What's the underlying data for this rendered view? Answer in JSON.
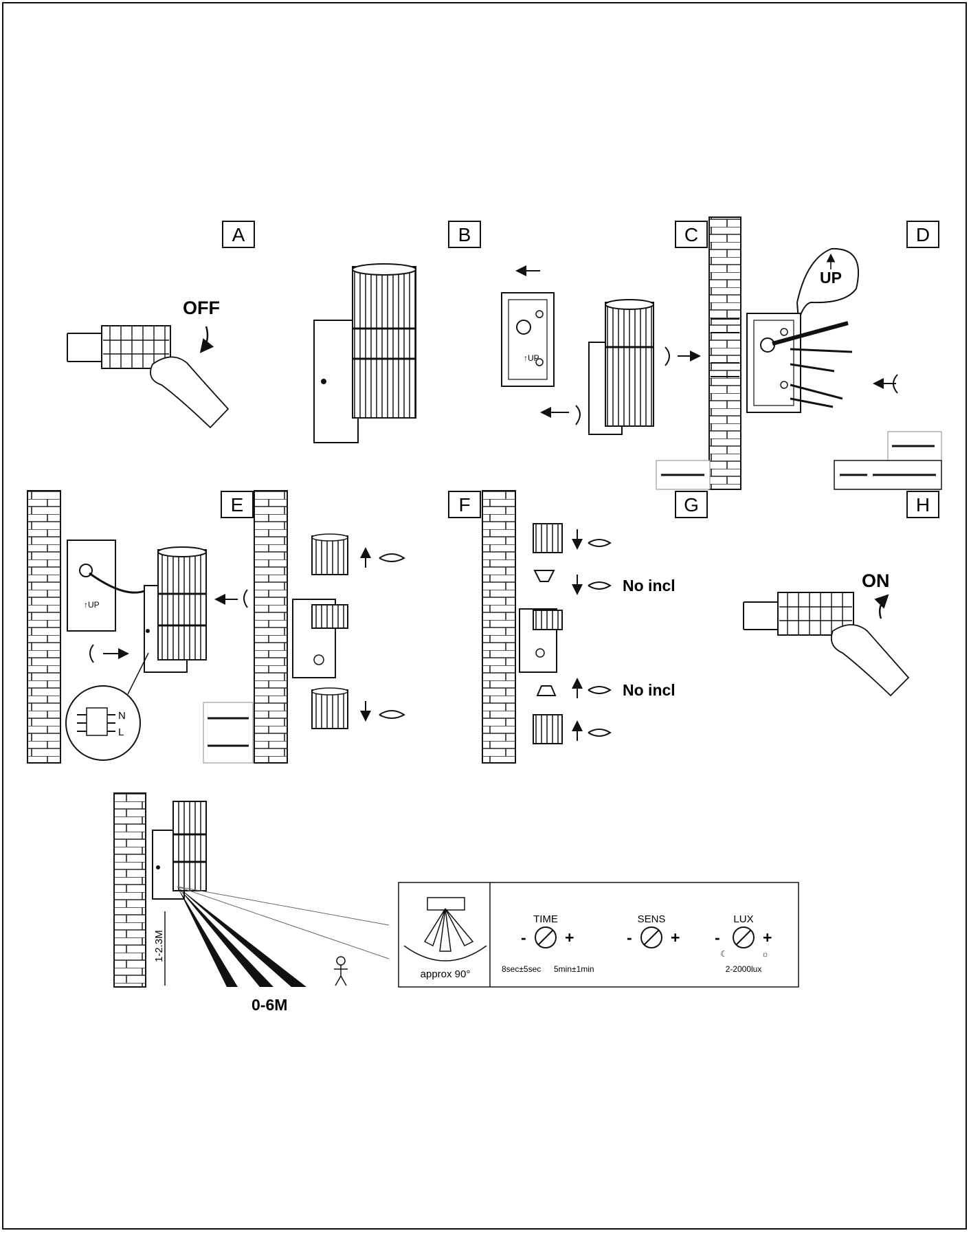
{
  "steps": {
    "A": "A",
    "B": "B",
    "C": "C",
    "D": "D",
    "E": "E",
    "F": "F",
    "G": "G",
    "H": "H"
  },
  "labels": {
    "off": "OFF",
    "on": "ON",
    "up": "UP",
    "box_up": "↑UP",
    "no_incl_1": "No incl",
    "no_incl_2": "No incl",
    "height_range": "1-2.3M",
    "distance_range": "0-6M",
    "wire_n": "N",
    "wire_l": "L"
  },
  "sensor_panel": {
    "angle": "approx 90°",
    "time": {
      "title": "TIME",
      "minus": "-",
      "plus": "+",
      "range_min": "8sec±5sec",
      "range_max": "5min±1min"
    },
    "sens": {
      "title": "SENS",
      "minus": "-",
      "plus": "+"
    },
    "lux": {
      "title": "LUX",
      "minus": "-",
      "plus": "+",
      "range": "2-2000lux"
    }
  }
}
